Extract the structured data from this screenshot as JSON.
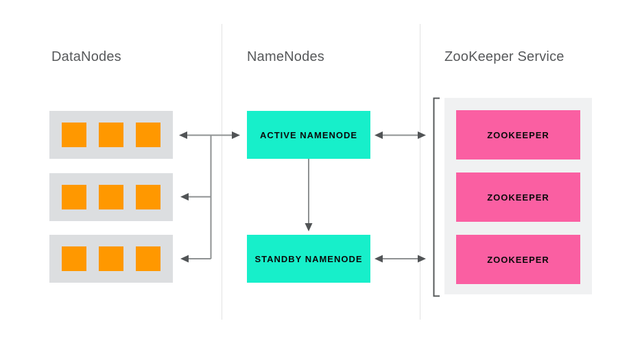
{
  "columns": {
    "datanodes": {
      "header": "DataNodes",
      "row_count": 3,
      "squares_per_row": 3
    },
    "namenodes": {
      "header": "NameNodes",
      "active_label": "ACTIVE NAMENODE",
      "standby_label": "STANDBY NAMENODE"
    },
    "zookeeper": {
      "header": "ZooKeeper Service",
      "nodes": [
        "ZOOKEEPER",
        "ZOOKEEPER",
        "ZOOKEEPER"
      ]
    }
  },
  "colors": {
    "teal": "#17EFCA",
    "pink": "#FA5FA2",
    "orange": "#FF9800",
    "row_gray": "#DCDEE0",
    "container_gray": "#F0F1F2",
    "arrow_line": "#8E9192",
    "arrow_head": "#515456",
    "divider": "#E2E2E2",
    "header_text": "#57595B",
    "bracket": "#55585A",
    "label_text": "#0A0A0A"
  }
}
